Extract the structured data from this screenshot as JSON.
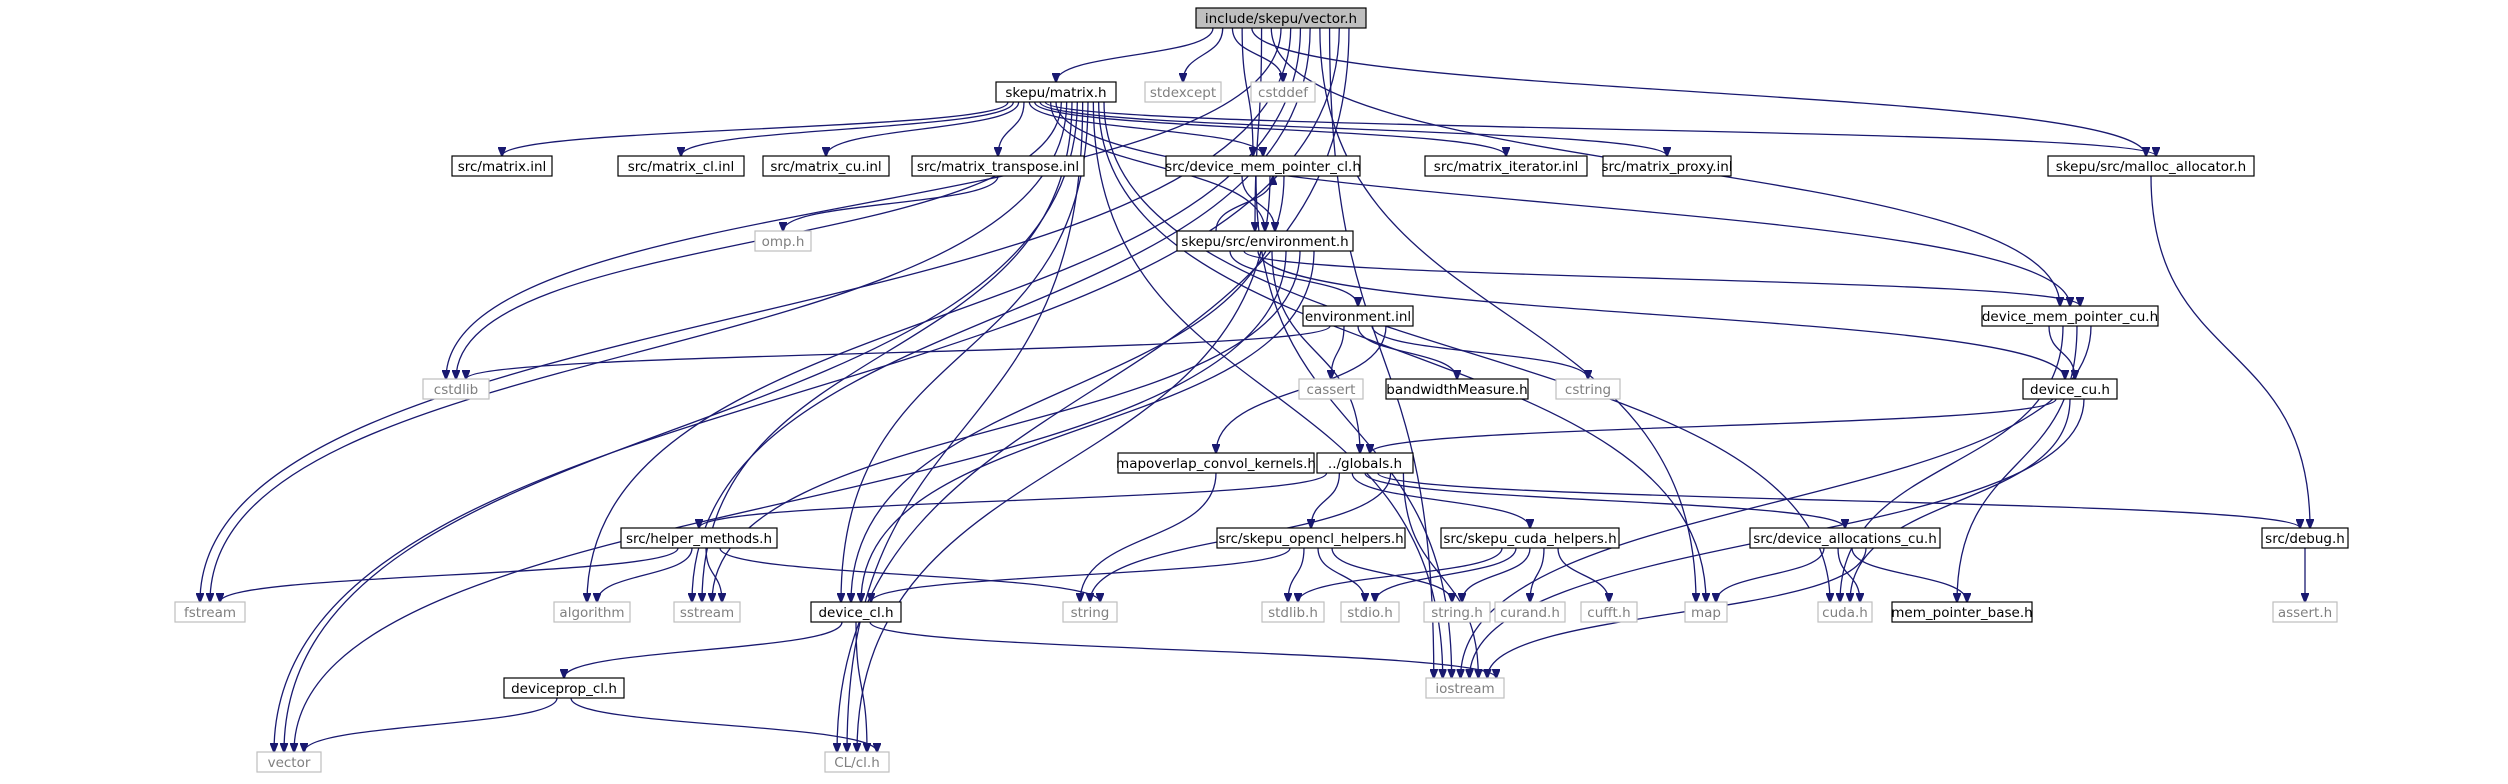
{
  "colors": {
    "edge": "#191970",
    "root_fill": "#bfbfbf",
    "root_border": "#000000",
    "node_fill": "#ffffff",
    "node_border": "#000000",
    "external_border": "#bfbfbf",
    "external_text": "#7f7f7f",
    "text": "#000000"
  },
  "graph": {
    "root": "include/skepu/vector.h",
    "nodes": [
      {
        "id": "vector_h",
        "label": "include/skepu/vector.h",
        "kind": "root"
      },
      {
        "id": "matrix_h",
        "label": "skepu/matrix.h",
        "kind": "internal"
      },
      {
        "id": "stdexcept",
        "label": "stdexcept",
        "kind": "external"
      },
      {
        "id": "cstddef",
        "label": "cstddef",
        "kind": "external"
      },
      {
        "id": "matrix_inl",
        "label": "src/matrix.inl",
        "kind": "internal"
      },
      {
        "id": "matrix_cl_inl",
        "label": "src/matrix_cl.inl",
        "kind": "internal"
      },
      {
        "id": "matrix_cu_inl",
        "label": "src/matrix_cu.inl",
        "kind": "internal"
      },
      {
        "id": "matrix_transpose_inl",
        "label": "src/matrix_transpose.inl",
        "kind": "internal"
      },
      {
        "id": "device_mem_pointer_cl_h",
        "label": "src/device_mem_pointer_cl.h",
        "kind": "internal"
      },
      {
        "id": "matrix_iterator_inl",
        "label": "src/matrix_iterator.inl",
        "kind": "internal"
      },
      {
        "id": "matrix_proxy_inl",
        "label": "src/matrix_proxy.inl",
        "kind": "internal"
      },
      {
        "id": "malloc_allocator_h",
        "label": "skepu/src/malloc_allocator.h",
        "kind": "internal"
      },
      {
        "id": "omp_h",
        "label": "omp.h",
        "kind": "external"
      },
      {
        "id": "environment_h",
        "label": "skepu/src/environment.h",
        "kind": "internal"
      },
      {
        "id": "environment_inl",
        "label": "environment.inl",
        "kind": "internal"
      },
      {
        "id": "device_mem_pointer_cu_h",
        "label": "device_mem_pointer_cu.h",
        "kind": "internal"
      },
      {
        "id": "cstdlib",
        "label": "cstdlib",
        "kind": "external"
      },
      {
        "id": "cassert",
        "label": "cassert",
        "kind": "external"
      },
      {
        "id": "bandwidthMeasure_h",
        "label": "bandwidthMeasure.h",
        "kind": "internal"
      },
      {
        "id": "cstring",
        "label": "cstring",
        "kind": "external"
      },
      {
        "id": "device_cu_h",
        "label": "device_cu.h",
        "kind": "internal"
      },
      {
        "id": "mapoverlap_convol_kernels_h",
        "label": "mapoverlap_convol_kernels.h",
        "kind": "internal"
      },
      {
        "id": "globals_h",
        "label": "../globals.h",
        "kind": "internal"
      },
      {
        "id": "helper_methods_h",
        "label": "src/helper_methods.h",
        "kind": "internal"
      },
      {
        "id": "skepu_opencl_helpers_h",
        "label": "src/skepu_opencl_helpers.h",
        "kind": "internal"
      },
      {
        "id": "skepu_cuda_helpers_h",
        "label": "src/skepu_cuda_helpers.h",
        "kind": "internal"
      },
      {
        "id": "device_allocations_cu_h",
        "label": "src/device_allocations_cu.h",
        "kind": "internal"
      },
      {
        "id": "debug_h",
        "label": "src/debug.h",
        "kind": "internal"
      },
      {
        "id": "fstream",
        "label": "fstream",
        "kind": "external"
      },
      {
        "id": "algorithm",
        "label": "algorithm",
        "kind": "external"
      },
      {
        "id": "sstream",
        "label": "sstream",
        "kind": "external"
      },
      {
        "id": "device_cl_h",
        "label": "device_cl.h",
        "kind": "internal"
      },
      {
        "id": "string",
        "label": "string",
        "kind": "external"
      },
      {
        "id": "stdlib_h",
        "label": "stdlib.h",
        "kind": "external"
      },
      {
        "id": "stdio_h",
        "label": "stdio.h",
        "kind": "external"
      },
      {
        "id": "string_h",
        "label": "string.h",
        "kind": "external"
      },
      {
        "id": "curand_h",
        "label": "curand.h",
        "kind": "external"
      },
      {
        "id": "cufft_h",
        "label": "cufft.h",
        "kind": "external"
      },
      {
        "id": "map",
        "label": "map",
        "kind": "external"
      },
      {
        "id": "cuda_h",
        "label": "cuda.h",
        "kind": "external"
      },
      {
        "id": "mem_pointer_base_h",
        "label": "mem_pointer_base.h",
        "kind": "internal"
      },
      {
        "id": "assert_h",
        "label": "assert.h",
        "kind": "external"
      },
      {
        "id": "deviceprop_cl_h",
        "label": "deviceprop_cl.h",
        "kind": "internal"
      },
      {
        "id": "iostream",
        "label": "iostream",
        "kind": "external"
      },
      {
        "id": "vector",
        "label": "vector",
        "kind": "external"
      },
      {
        "id": "CL_cl_h",
        "label": "CL/cl.h",
        "kind": "external"
      }
    ],
    "edges": [
      [
        "vector_h",
        "matrix_h"
      ],
      [
        "vector_h",
        "stdexcept"
      ],
      [
        "vector_h",
        "cstddef"
      ],
      [
        "vector_h",
        "device_mem_pointer_cl_h"
      ],
      [
        "vector_h",
        "malloc_allocator_h"
      ],
      [
        "vector_h",
        "environment_h"
      ],
      [
        "vector_h",
        "device_mem_pointer_cu_h"
      ],
      [
        "vector_h",
        "cstdlib"
      ],
      [
        "vector_h",
        "fstream"
      ],
      [
        "vector_h",
        "algorithm"
      ],
      [
        "vector_h",
        "sstream"
      ],
      [
        "vector_h",
        "map"
      ],
      [
        "vector_h",
        "iostream"
      ],
      [
        "vector_h",
        "vector"
      ],
      [
        "vector_h",
        "CL_cl_h"
      ],
      [
        "matrix_h",
        "matrix_inl"
      ],
      [
        "matrix_h",
        "matrix_cl_inl"
      ],
      [
        "matrix_h",
        "matrix_cu_inl"
      ],
      [
        "matrix_h",
        "matrix_transpose_inl"
      ],
      [
        "matrix_h",
        "device_mem_pointer_cl_h"
      ],
      [
        "matrix_h",
        "matrix_iterator_inl"
      ],
      [
        "matrix_h",
        "matrix_proxy_inl"
      ],
      [
        "matrix_h",
        "malloc_allocator_h"
      ],
      [
        "matrix_h",
        "environment_h"
      ],
      [
        "matrix_h",
        "device_mem_pointer_cu_h"
      ],
      [
        "matrix_h",
        "cstdlib"
      ],
      [
        "matrix_h",
        "fstream"
      ],
      [
        "matrix_h",
        "sstream"
      ],
      [
        "matrix_h",
        "vector"
      ],
      [
        "matrix_h",
        "CL_cl_h"
      ],
      [
        "matrix_h",
        "device_cl_h"
      ],
      [
        "matrix_h",
        "iostream"
      ],
      [
        "matrix_h",
        "map"
      ],
      [
        "matrix_h",
        "cuda_h"
      ],
      [
        "matrix_transpose_inl",
        "omp_h"
      ],
      [
        "device_mem_pointer_cl_h",
        "environment_h"
      ],
      [
        "device_mem_pointer_cl_h",
        "iostream"
      ],
      [
        "device_mem_pointer_cl_h",
        "CL_cl_h"
      ],
      [
        "device_mem_pointer_cl_h",
        "device_cl_h"
      ],
      [
        "environment_h",
        "device_mem_pointer_cl_h"
      ],
      [
        "environment_h",
        "environment_inl"
      ],
      [
        "environment_h",
        "device_mem_pointer_cu_h"
      ],
      [
        "environment_h",
        "device_cu_h"
      ],
      [
        "environment_h",
        "globals_h"
      ],
      [
        "environment_h",
        "vector"
      ],
      [
        "environment_h",
        "sstream"
      ],
      [
        "environment_h",
        "device_cl_h"
      ],
      [
        "environment_inl",
        "cstdlib"
      ],
      [
        "environment_inl",
        "cassert"
      ],
      [
        "environment_inl",
        "bandwidthMeasure_h"
      ],
      [
        "environment_inl",
        "cstring"
      ],
      [
        "environment_inl",
        "mapoverlap_convol_kernels_h"
      ],
      [
        "device_mem_pointer_cu_h",
        "device_cu_h"
      ],
      [
        "device_mem_pointer_cu_h",
        "cuda_h"
      ],
      [
        "device_mem_pointer_cu_h",
        "mem_pointer_base_h"
      ],
      [
        "device_mem_pointer_cu_h",
        "iostream"
      ],
      [
        "device_cu_h",
        "globals_h"
      ],
      [
        "device_cu_h",
        "cuda_h"
      ],
      [
        "device_cu_h",
        "iostream"
      ],
      [
        "mapoverlap_convol_kernels_h",
        "string"
      ],
      [
        "globals_h",
        "helper_methods_h"
      ],
      [
        "globals_h",
        "skepu_opencl_helpers_h"
      ],
      [
        "globals_h",
        "skepu_cuda_helpers_h"
      ],
      [
        "globals_h",
        "device_allocations_cu_h"
      ],
      [
        "globals_h",
        "debug_h"
      ],
      [
        "globals_h",
        "string"
      ],
      [
        "globals_h",
        "iostream"
      ],
      [
        "helper_methods_h",
        "fstream"
      ],
      [
        "helper_methods_h",
        "algorithm"
      ],
      [
        "helper_methods_h",
        "sstream"
      ],
      [
        "helper_methods_h",
        "string"
      ],
      [
        "skepu_opencl_helpers_h",
        "device_cl_h"
      ],
      [
        "skepu_opencl_helpers_h",
        "stdlib_h"
      ],
      [
        "skepu_opencl_helpers_h",
        "stdio_h"
      ],
      [
        "skepu_opencl_helpers_h",
        "string_h"
      ],
      [
        "skepu_cuda_helpers_h",
        "stdlib_h"
      ],
      [
        "skepu_cuda_helpers_h",
        "stdio_h"
      ],
      [
        "skepu_cuda_helpers_h",
        "string_h"
      ],
      [
        "skepu_cuda_helpers_h",
        "curand_h"
      ],
      [
        "skepu_cuda_helpers_h",
        "cufft_h"
      ],
      [
        "device_allocations_cu_h",
        "map"
      ],
      [
        "device_allocations_cu_h",
        "cuda_h"
      ],
      [
        "device_allocations_cu_h",
        "mem_pointer_base_h"
      ],
      [
        "device_allocations_cu_h",
        "iostream"
      ],
      [
        "malloc_allocator_h",
        "debug_h"
      ],
      [
        "debug_h",
        "assert_h"
      ],
      [
        "device_cl_h",
        "deviceprop_cl_h"
      ],
      [
        "device_cl_h",
        "CL_cl_h"
      ],
      [
        "device_cl_h",
        "iostream"
      ],
      [
        "deviceprop_cl_h",
        "vector"
      ],
      [
        "deviceprop_cl_h",
        "CL_cl_h"
      ]
    ]
  }
}
